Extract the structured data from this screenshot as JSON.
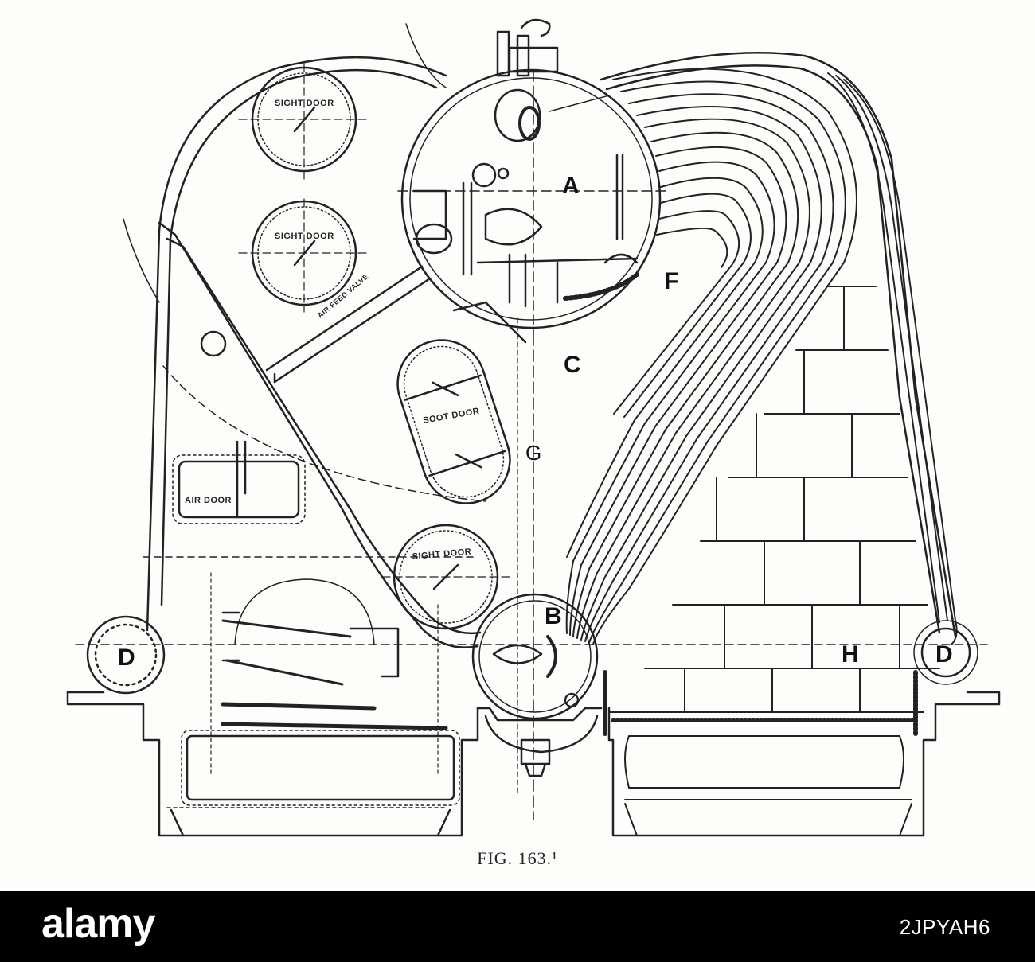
{
  "figure": {
    "caption": "FIG. 163.¹",
    "labels": {
      "a": "A",
      "b": "B",
      "c": "C",
      "d_left": "D",
      "d_right": "D",
      "f": "F",
      "h": "H",
      "g": "G"
    },
    "doors": {
      "sight_door": "SIGHT DOOR",
      "soot_door": "SOOT DOOR",
      "air_door": "AIR DOOR",
      "air_feed_valve": "AIR FEED VALVE"
    }
  },
  "watermark": {
    "brand": "alamy",
    "image_code": "2JPYAH6"
  },
  "colors": {
    "ink": "#222222",
    "paper": "#fdfdfc",
    "bar": "#000000",
    "bar_text": "#ffffff"
  }
}
